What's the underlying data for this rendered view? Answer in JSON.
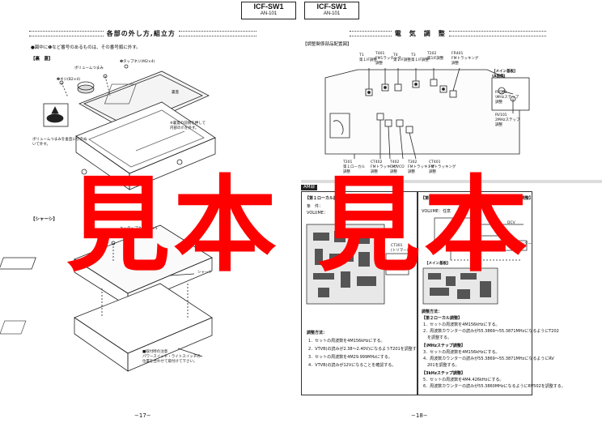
{
  "header": {
    "left_model": "ICF-SW1",
    "left_sub": "AN-101",
    "right_model": "ICF-SW1",
    "right_sub": "AN-101"
  },
  "left_page": {
    "title": "各部の外し方,組立方",
    "note": "●図中に❶など番号のあるものは、その番号順に外す。",
    "section_back": "【裏　蓋】",
    "label_knob": "ボリュームつまみ",
    "label_screw2": "❷ネジ(B2×4)",
    "label_screw3": "❸タップネジ(M2×4)",
    "label_back": "裏蓋",
    "note_push": "※裏蓋の前側を押して\n内部の爪を外す。",
    "label_volume": "ボリュームつまみを垂直に引きぬ\nいて外す。",
    "section_chassis": "【シャーシ】",
    "label_tap": "キッタップネジ(M2×5",
    "label_chassis": "シャーシ",
    "note_bottom": "■取付時の注意\nパワースイッチ・ライトスイッチの\n位置を合わせて取付けて下さい。",
    "page_number": "−17−"
  },
  "right_page": {
    "title": "電　気　調　整",
    "section_layout": "【調整関係部品配置図】",
    "top_labels": [
      "T1\n第１IF調整",
      "T401\nFM1ラッチング\n調整",
      "T4\n第２IF調整",
      "T3\n第１IF調整",
      "T202\n第1IF調整",
      "FR401\nFMトラッキング\n調整"
    ],
    "main_board": "【メイン基板】\n(A面側)",
    "side_labels": [
      "RV501\n\\MHzステップ\n調整",
      "RV101\n2MHzステップ\n調整"
    ],
    "bottom_labels": [
      "T201\n第１ローカル\n調整",
      "CT402\nFMトラッキング\n調整",
      "T402\nFM VCO\n調整",
      "T302\nFMトラッキング\n調整",
      "CT401\nFMトラッキング\n調整"
    ],
    "am_tag": "AM部",
    "panel_left_title": "【第１ローカル調整】",
    "panel_left_cond": "条　件：",
    "panel_left_vol": "VOLUME：",
    "ct301": "CT301\n(トリマー)",
    "steps_title": "調整方法：",
    "steps": [
      "1．セットの周波数を4M156kHzにする。",
      "2．VTVB(の読みが2.38〜2.40V)になるようT201を調整する。",
      "3．セットの周波数を4M29.999MHzにする。",
      "4．VTVB(の読みが12Vになることを確認する。"
    ],
    "panel_right_title": "【第２ローカル調整】【\\MHzステップ/3MHzステップ調整】",
    "panel_right_vol": "VOLUME：任意",
    "freq_counter": "周波数カウンター",
    "dcv": "DCV",
    "main_board_b": "【メイン基板】",
    "steps2_title": "調整方法：",
    "sub2_title": "【第２ローカル調整】",
    "steps2": [
      "1．セットの周波数を4M156kHzにする。",
      "2．周波数カウンターの読みが55.3869〜55.3871MHzになるようにT202",
      "　を調整する。"
    ],
    "sub3_title": "【\\MHzステップ調整】",
    "steps3": [
      "3．セットの周波数を4M156kHzにする。",
      "4．周波数カウンターの読みが55.3869〜55.3871MHzになるようにRV",
      "　201を調整する。"
    ],
    "sub4_title": "【3kHzステップ調整】",
    "steps4": [
      "5．セットの周波数を4M4.426kHzにする。",
      "6．周波数カウンターの読みが55.3860MHzになるようにRV502を調整する。"
    ],
    "page_number": "−18−"
  },
  "watermark": {
    "left": "見本",
    "right": "見本",
    "color": "#ff0000"
  }
}
